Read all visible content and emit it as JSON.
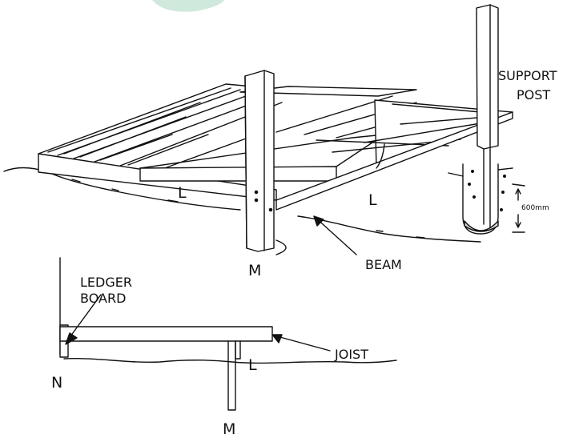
{
  "labels": {
    "support_post_1": "SUPPORT",
    "support_post_2": "POST",
    "l_left": "L",
    "l_right": "L",
    "m_top": "M",
    "beam": "BEAM",
    "depth": "600mm",
    "ledger_1": "LEDGER",
    "ledger_2": "BOARD",
    "joist": "JOIST",
    "l_bottom": "L",
    "n": "N",
    "m_bottom": "M"
  },
  "colors": {
    "line": "#111111",
    "ground_fill": "#ffffff",
    "accent_blob": "#cfe9dc"
  }
}
